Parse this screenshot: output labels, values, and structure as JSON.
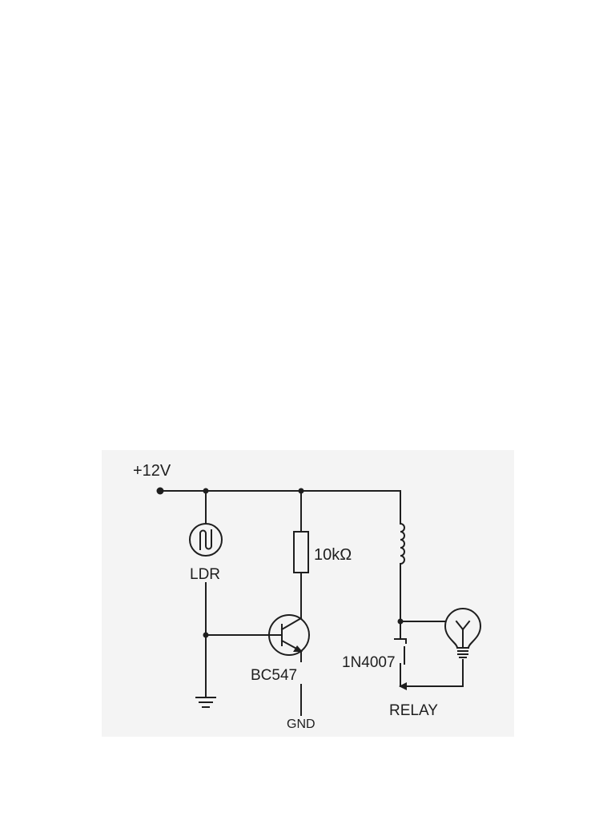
{
  "diagram": {
    "labels": {
      "supply": "+12V",
      "ldr": "LDR",
      "resistor": "10kΩ",
      "transistor": "BC547",
      "ground": "GND",
      "diode": "1N4007",
      "relay": "RELAY"
    },
    "colors": {
      "ink": "#1e1e1e",
      "panel": "#f4f4f4",
      "page": "#ffffff"
    }
  }
}
